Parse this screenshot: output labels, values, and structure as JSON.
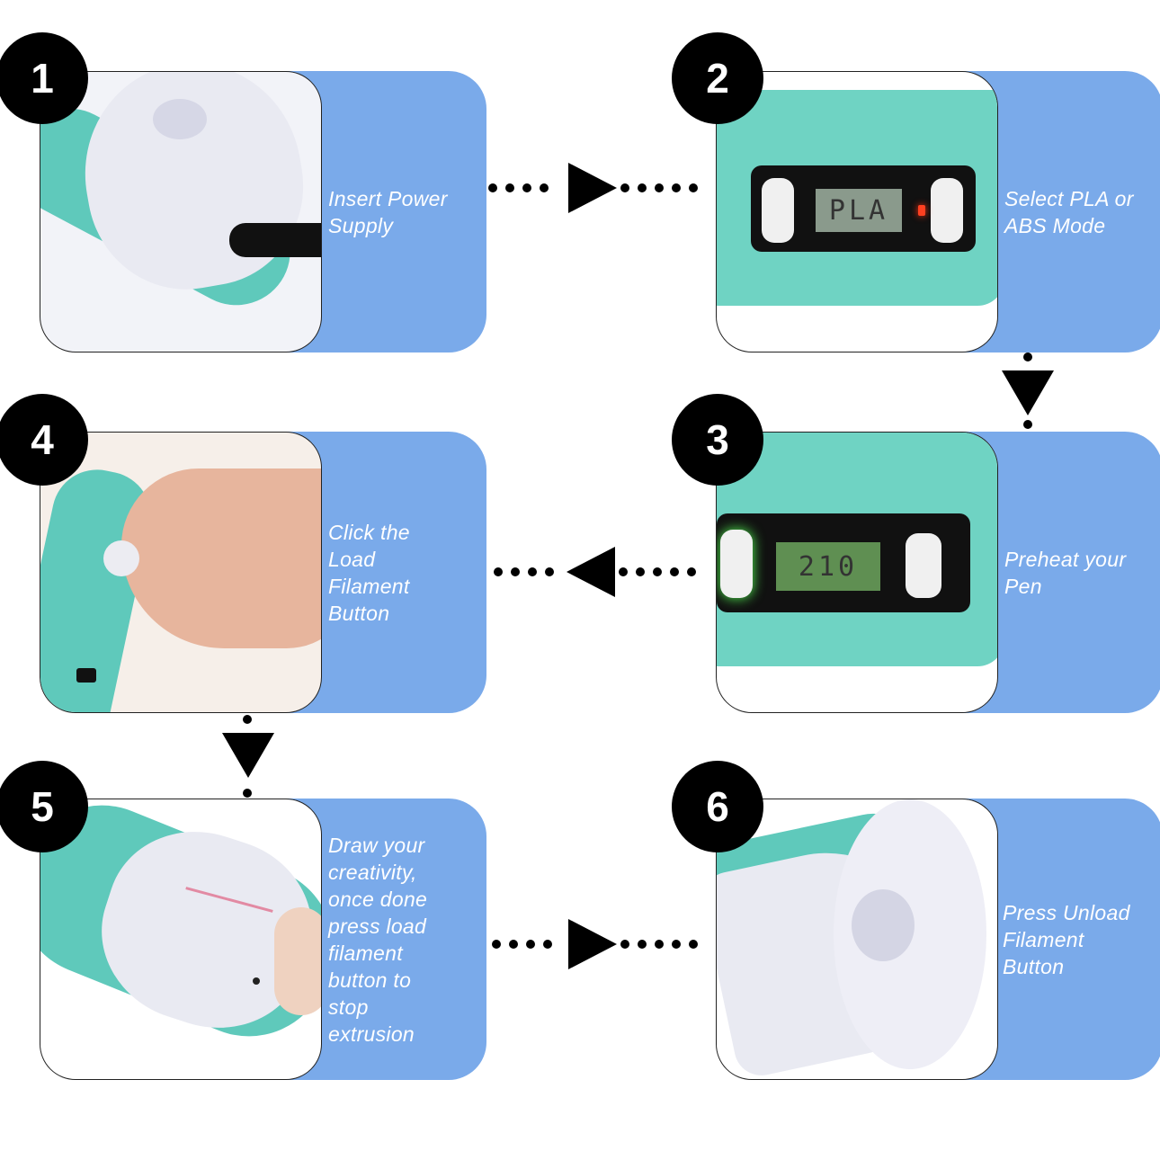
{
  "steps": [
    {
      "number": "1",
      "lines": [
        "Insert Power",
        "Supply"
      ]
    },
    {
      "number": "2",
      "lines": [
        "Select PLA or",
        "ABS Mode"
      ],
      "display": "PLA"
    },
    {
      "number": "3",
      "lines": [
        "Preheat your",
        "Pen"
      ],
      "display": "210"
    },
    {
      "number": "4",
      "lines": [
        "Click the",
        "Load",
        "Filament",
        "Button"
      ]
    },
    {
      "number": "5",
      "lines": [
        "Draw your",
        "creativity,",
        "once done",
        "press load",
        "filament",
        "button to",
        "stop",
        "extrusion"
      ]
    },
    {
      "number": "6",
      "lines": [
        "Press Unload",
        "Filament",
        "Button"
      ]
    }
  ],
  "colors": {
    "panel": "#7aaaea",
    "badge": "#000000",
    "pen_accent": "#5fc9bb"
  }
}
